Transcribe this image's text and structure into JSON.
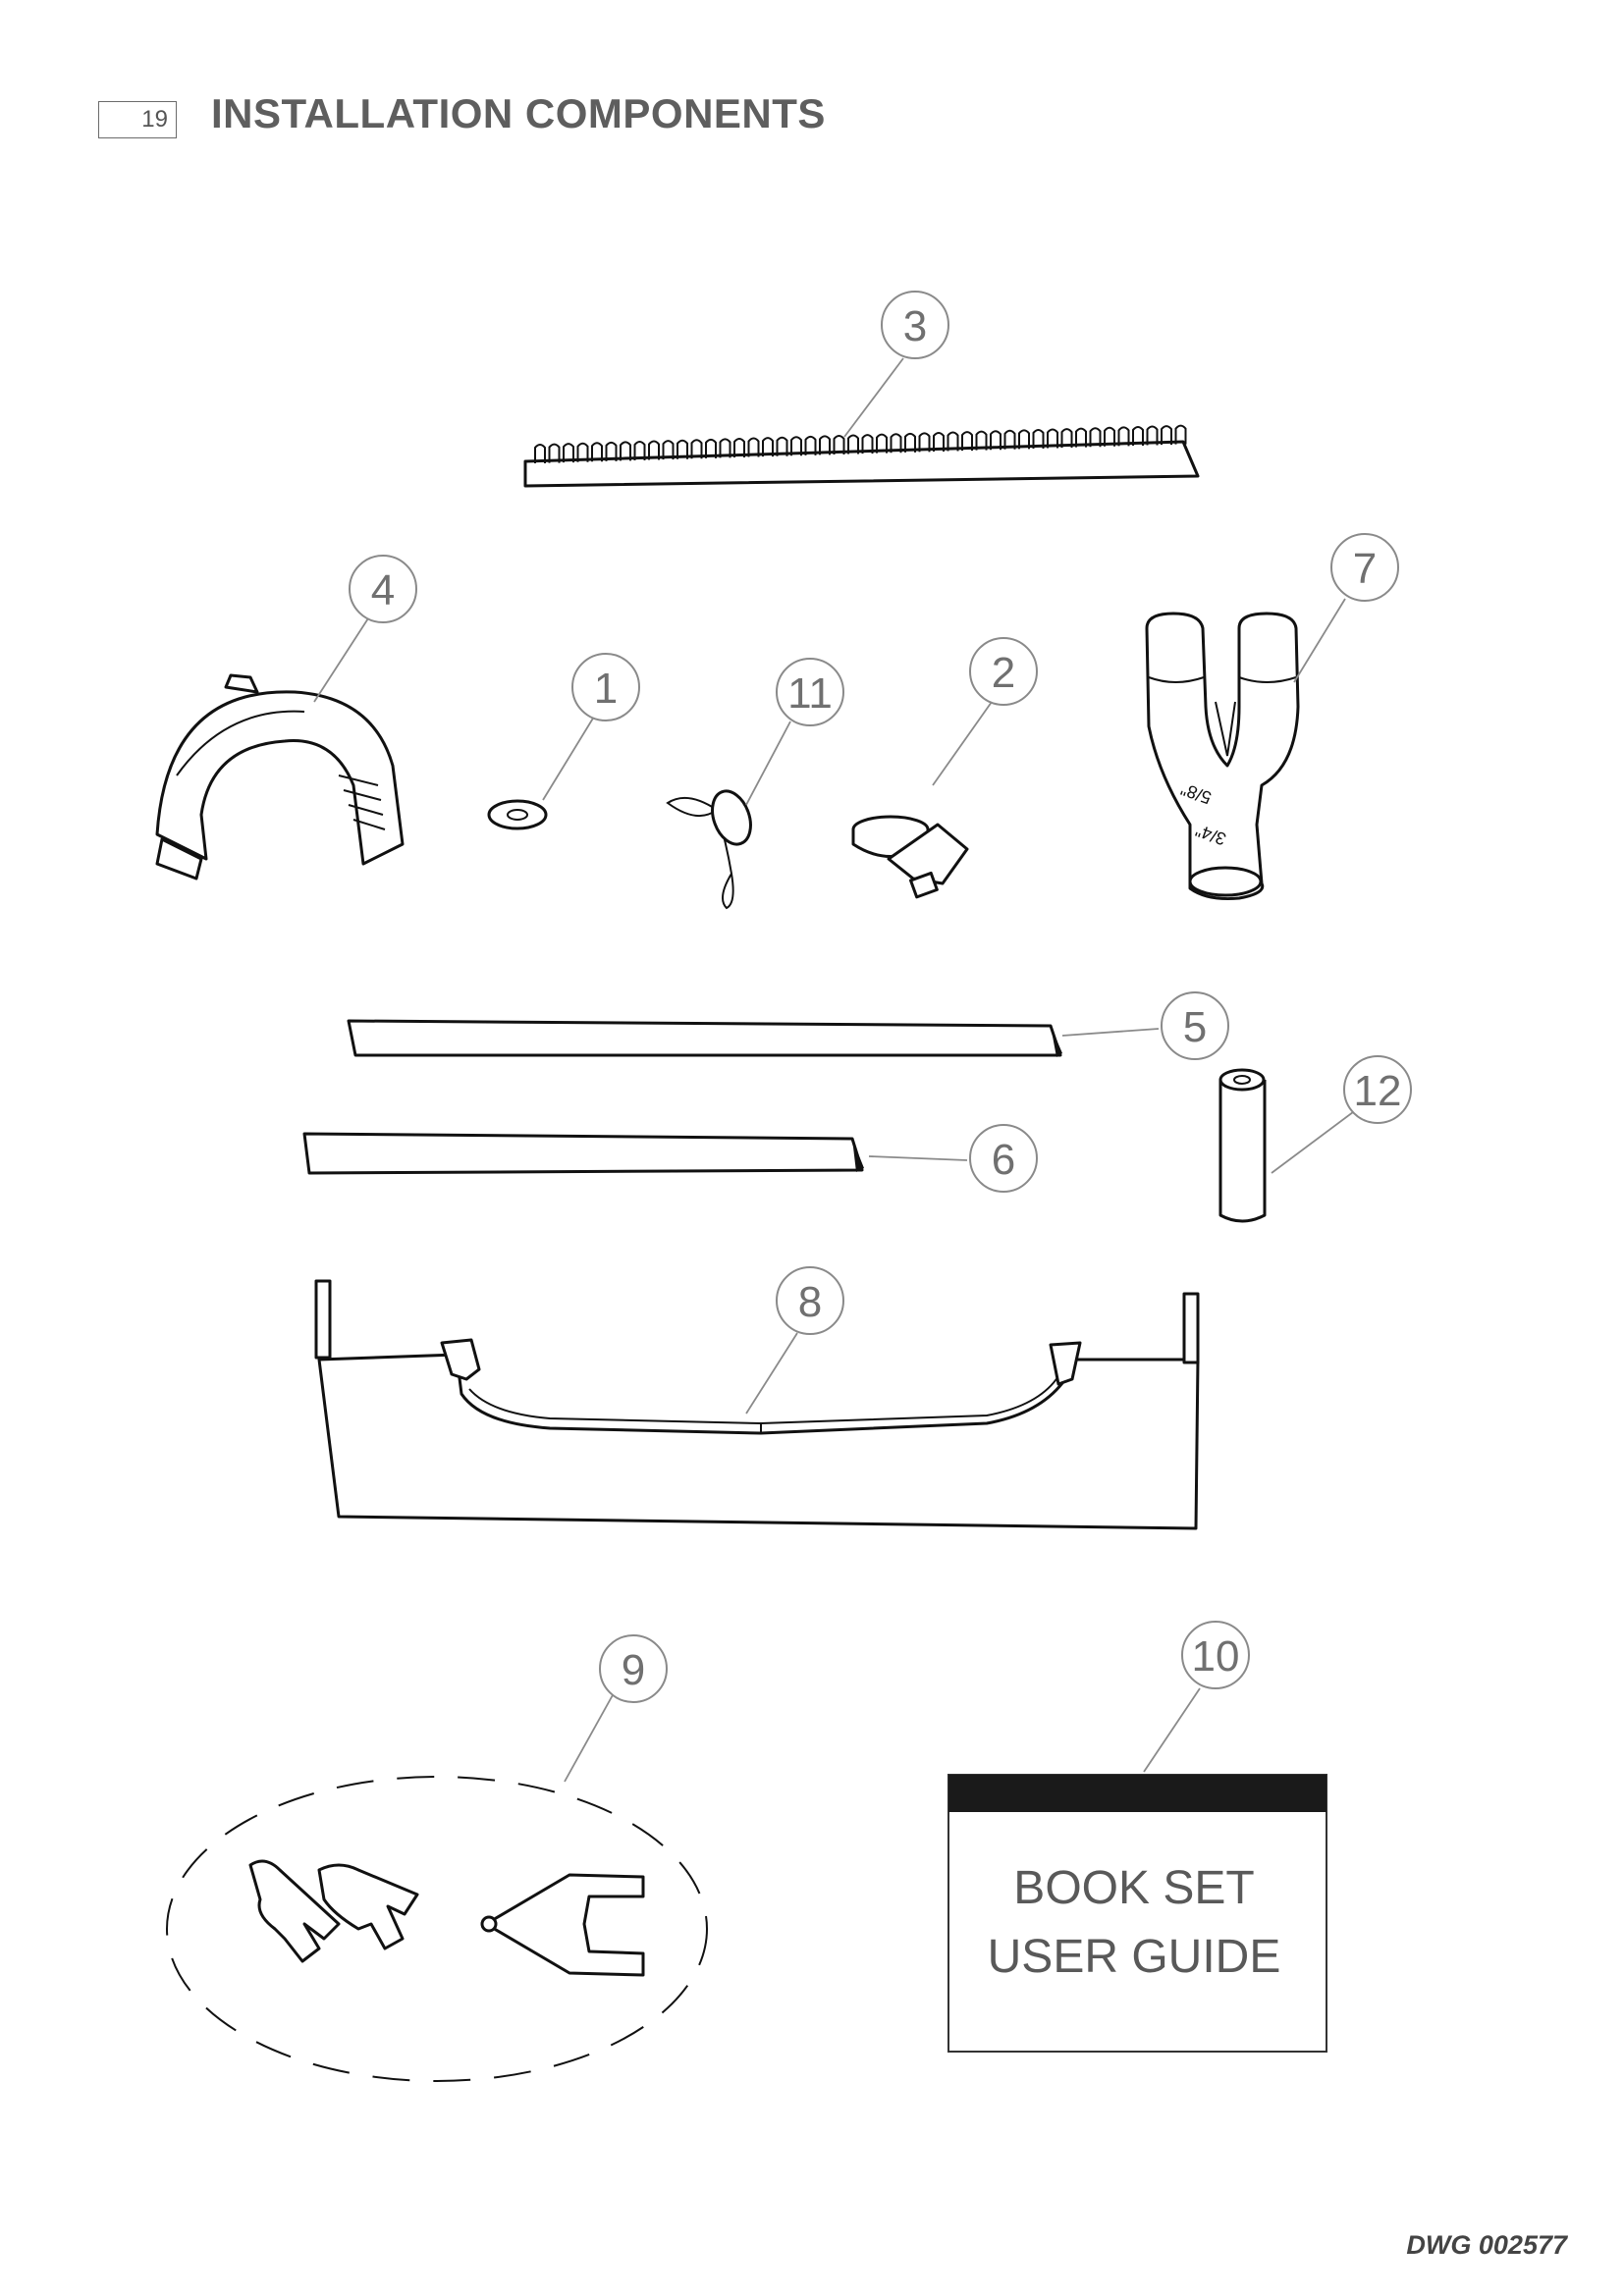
{
  "header": {
    "page_number": "19",
    "title": "INSTALLATION COMPONENTS"
  },
  "callouts": [
    {
      "id": "1",
      "label": "1"
    },
    {
      "id": "2",
      "label": "2"
    },
    {
      "id": "3",
      "label": "3"
    },
    {
      "id": "4",
      "label": "4"
    },
    {
      "id": "5",
      "label": "5"
    },
    {
      "id": "6",
      "label": "6"
    },
    {
      "id": "7",
      "label": "7"
    },
    {
      "id": "8",
      "label": "8"
    },
    {
      "id": "9",
      "label": "9"
    },
    {
      "id": "10",
      "label": "10"
    },
    {
      "id": "11",
      "label": "11"
    },
    {
      "id": "12",
      "label": "12"
    }
  ],
  "part_markings": {
    "elbow_top": "5/8\"",
    "elbow_bottom": "3/4\""
  },
  "book": {
    "line1": "BOOK SET",
    "line2": "USER GUIDE"
  },
  "drawing_number": "DWG 002577"
}
